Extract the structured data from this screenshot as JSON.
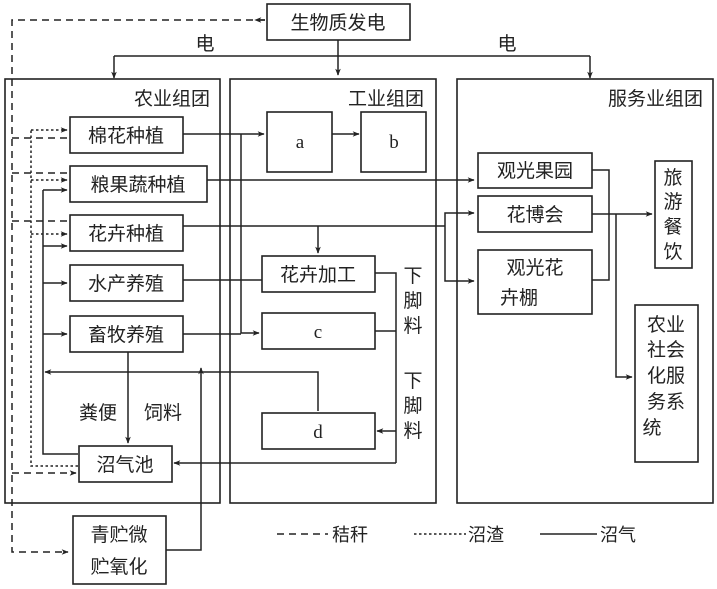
{
  "title": "生物质发电",
  "labels": {
    "electricity_left": "电",
    "electricity_right": "电",
    "manure": "粪便",
    "feed": "饲料",
    "scraps_1": [
      "下",
      "脚",
      "料"
    ],
    "scraps_2": [
      "下",
      "脚",
      "料"
    ]
  },
  "groups": {
    "agriculture": {
      "title": "农业组团",
      "nodes": {
        "cotton": "棉花种植",
        "grain": "粮果蔬种植",
        "flower": "花卉种植",
        "aquaculture": "水产养殖",
        "livestock": "畜牧养殖",
        "biogas": "沼气池"
      }
    },
    "industry": {
      "title": "工业组团",
      "nodes": {
        "a": "a",
        "b": "b",
        "flower_processing": "花卉加工",
        "c": "c",
        "d": "d"
      }
    },
    "service": {
      "title": "服务业组团",
      "nodes": {
        "orchard": "观光果园",
        "expo": "花博会",
        "greenhouse": [
          "观光花",
          "卉棚"
        ],
        "tourism": [
          "旅",
          "游",
          "餐",
          "饮"
        ],
        "social_service": [
          "农业",
          "社会",
          "化服",
          "务系",
          "统"
        ]
      }
    }
  },
  "silage": [
    "青贮微",
    "贮氧化"
  ],
  "legend": {
    "straw": "秸秆",
    "residue": "沼渣",
    "biogas": "沼气"
  }
}
